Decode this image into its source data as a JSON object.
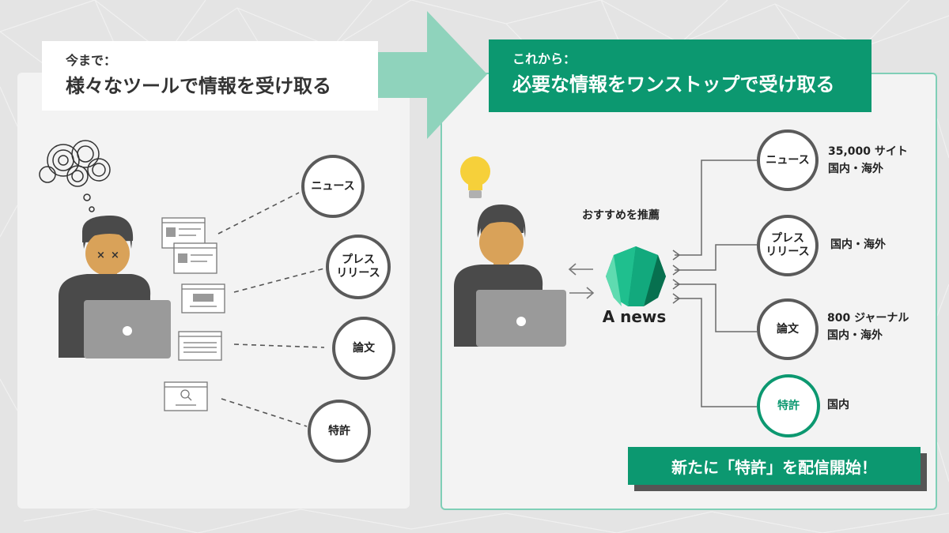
{
  "before": {
    "heading_small": "今まで：",
    "heading_big": "様々なツールで情報を受け取る",
    "sources": [
      "ニュース",
      "プレス\nリリース",
      "論文",
      "特許"
    ]
  },
  "after": {
    "heading_small": "これから：",
    "heading_big": "必要な情報をワンストップで受け取る",
    "recommend_label": "おすすめを推薦",
    "brand": "A news",
    "sources": [
      {
        "name": "ニュース",
        "detail1": "35,000 サイト",
        "detail2": "国内・海外"
      },
      {
        "name": "プレス\nリリース",
        "detail1": "国内・海外",
        "detail2": ""
      },
      {
        "name": "論文",
        "detail1": "800 ジャーナル",
        "detail2": "国内・海外"
      },
      {
        "name": "特許",
        "detail1": "国内",
        "detail2": ""
      }
    ],
    "banner": "新たに「特許」を配信開始！"
  },
  "colors": {
    "accent": "#0c9870",
    "arrow": "#8fd3bc",
    "skin": "#d9a259",
    "dark": "#4a4a4a"
  }
}
